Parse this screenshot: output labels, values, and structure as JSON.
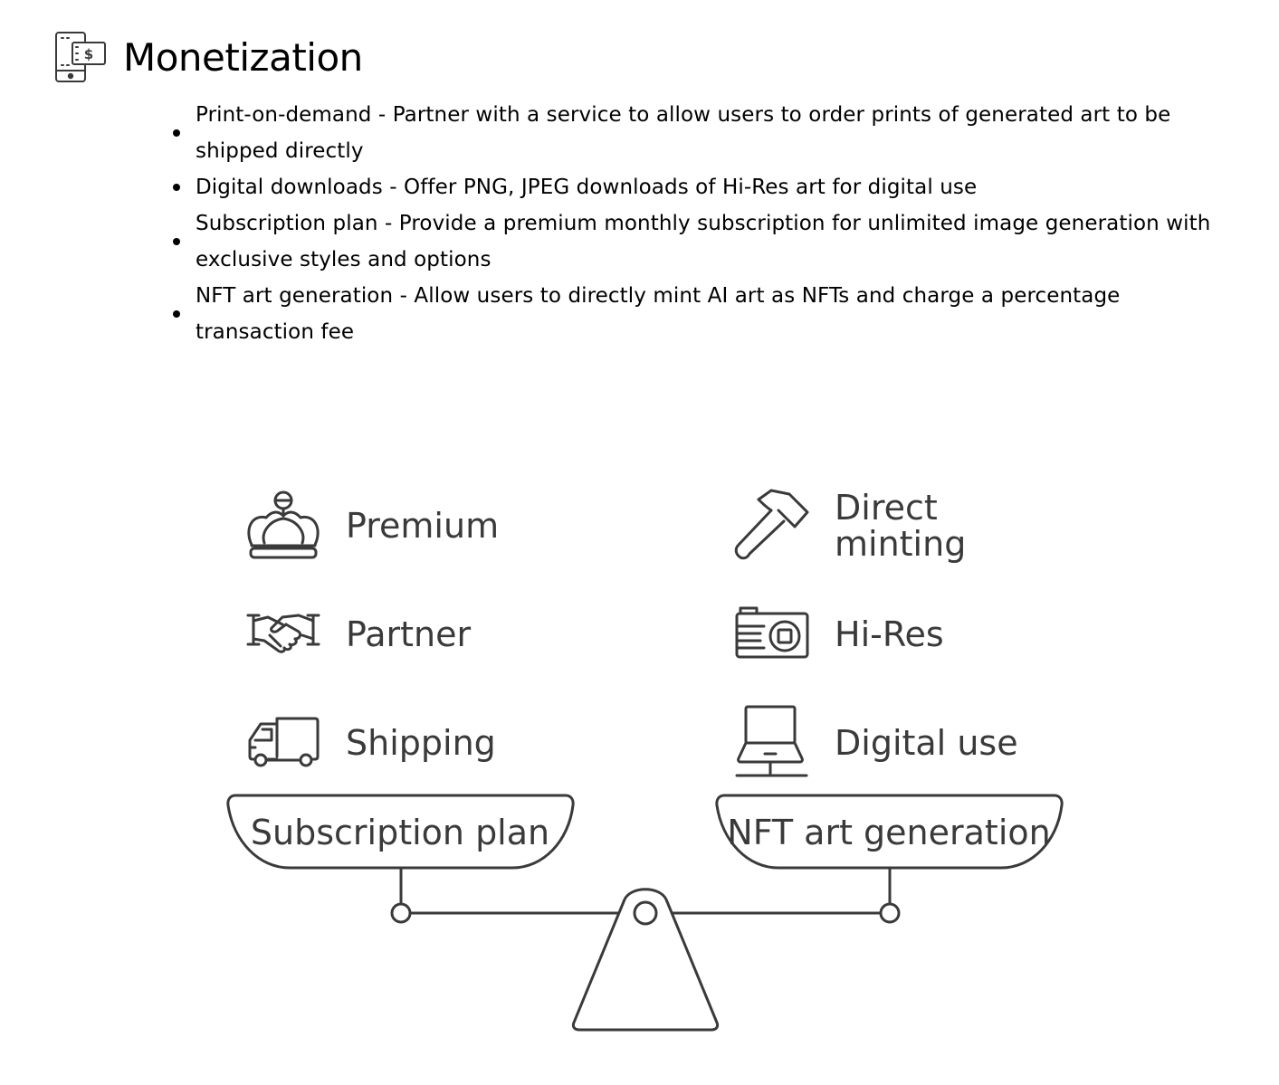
{
  "header": {
    "title": "Monetization",
    "icon": "mobile-payment-icon"
  },
  "bullets": [
    {
      "text": "Print-on-demand - Partner with a service to allow users to order prints of generated art to be shipped directly"
    },
    {
      "text": "Digital downloads - Offer PNG, JPEG downloads of Hi-Res art for digital use"
    },
    {
      "text": "Subscription plan - Provide a premium monthly subscription for unlimited image generation with exclusive styles and options"
    },
    {
      "text": "NFT art generation - Allow users to directly mint AI art as NFTs and charge a percentage transaction fee"
    }
  ],
  "diagram": {
    "left_items": [
      {
        "label": "Premium",
        "icon": "crown-icon"
      },
      {
        "label": "Partner",
        "icon": "handshake-icon"
      },
      {
        "label": "Shipping",
        "icon": "truck-icon"
      }
    ],
    "right_items": [
      {
        "label_line1": "Direct",
        "label_line2": "minting",
        "icon": "hammer-icon"
      },
      {
        "label": "Hi-Res",
        "icon": "camera-icon"
      },
      {
        "label": "Digital use",
        "icon": "laptop-icon"
      }
    ],
    "left_pan_label": "Subscription plan",
    "right_pan_label": "NFT art generation",
    "stroke_color": "#3a3a3a"
  }
}
